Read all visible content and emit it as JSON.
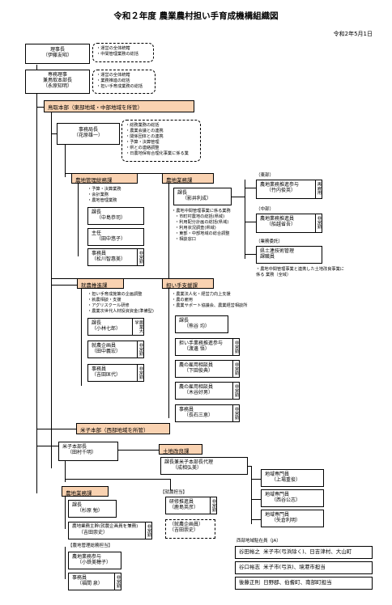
{
  "title": "令和２年度 農業農村担い手育成機構組織図",
  "date": "令和2年5月1日",
  "chair": {
    "role": "理事長",
    "name": "（伊藤友昭）",
    "duties": [
      "・運営の全体統轄",
      "・中間管理業務の総括"
    ]
  },
  "director": {
    "role1": "専務理事",
    "role2": "兼鳥取本部長",
    "name": "（永原知明）",
    "duties": [
      "・運営の全体統轄",
      "・業務推進の総括",
      "・担い手育成業務の総括"
    ]
  },
  "tottori_band": "鳥取本部（東部地域・中部地域を所管）",
  "secretariat": {
    "role": "事務局長",
    "name": "（花原雄一）",
    "duties": [
      "・総務業務の総括",
      "・農業会議との連携",
      "・関係団体との連携",
      "・予算・決算管理",
      "・県との連絡調整",
      "・日農地保有合理化事業に係る業"
    ]
  },
  "admin": {
    "band": "農地管理総務課",
    "duties": [
      "・予算・決算業務",
      "・会計業務",
      "・農地管理業務"
    ],
    "staff": [
      {
        "role": "課長",
        "name": "（中島恭司）"
      },
      {
        "role": "主任",
        "name": "（田中悠子）"
      },
      {
        "role": "事務員",
        "name": "（松川智惠美）",
        "tag": "非常勤"
      }
    ]
  },
  "farmland": {
    "band": "農地業務課",
    "head_role": "課長",
    "head_name": "（影井利成）",
    "duties": [
      "・農地中間管理事業に係る業務",
      "・市町村農地の総括(県域)",
      "・利用配分計画の総括(県域)",
      "・利用状況調査(県域)",
      "・東部・中部地域の総合調整",
      "・相談窓口"
    ]
  },
  "east": {
    "label": "（東部）",
    "role": "農地業務推進参与",
    "name": "（竹内俊英）",
    "tag": "再雇用"
  },
  "central": {
    "label": "（中部）",
    "role": "農地業務推進員",
    "name": "（船越省吾）",
    "tag": "非常勤"
  },
  "commission": {
    "label": "（業務委託）",
    "line1": "県土連技術管理",
    "line2": "課職員"
  },
  "farmland_note": "・農地中間管理事業と連携した土地改良事業に係る 業務（全域）",
  "employment": {
    "band": "就農推進課",
    "duties": [
      "・担い手育成施策の企画調整",
      "・就農相談・支援",
      "・アグリスクール研修",
      "・農業次世代人材投資資金(準備型)"
    ],
    "staff": [
      {
        "role": "課長",
        "name": "（小林七郎）",
        "tag": "農業大学"
      },
      {
        "role": "就農企画員",
        "name": "（田中義宏）",
        "tag": "非常勤"
      },
      {
        "role": "事務員",
        "name": "（吉田匡代）",
        "tag": "非常勤"
      }
    ]
  },
  "support": {
    "band": "担い手支援課",
    "duties": [
      "・農業法人化・経営力向上支援",
      "・農の雇用",
      "・農業サポート協議会、農業経営相談所"
    ],
    "staff": [
      {
        "role": "課長",
        "name": "（熊谷 均）"
      },
      {
        "role": "担い手業務推進参与",
        "name": "（渡邊 悟）",
        "tag": "非常勤"
      },
      {
        "role": "農の雇用相談員",
        "name": "（下田俊典）",
        "tag": "非常勤"
      },
      {
        "role": "農の雇用相談員",
        "name": "（木谷好男）",
        "tag": "非常勤"
      },
      {
        "role": "事務員",
        "name": "（長石三恵）",
        "tag": "非常勤"
      }
    ]
  },
  "yonago_band": "米子本部（西部地域を所管）",
  "yonago_head": {
    "role": "米子本部長",
    "name": "（田村千明）"
  },
  "land_improvement": {
    "band": "土地改良課",
    "role": "課長兼米子本部長代理",
    "name": "（成相弘美）"
  },
  "specialists": [
    {
      "role": "地域専門員",
      "name": "（上場重俊）"
    },
    {
      "role": "地域専門員",
      "name": "（西谷公志）"
    },
    {
      "role": "地域専門員",
      "name": "（矢倉利明）"
    }
  ],
  "west_farmland": {
    "band": "農地業務課",
    "staff": [
      {
        "role": "課長",
        "name": "（杉原 勉）"
      },
      {
        "role": "農地業務主幹(就農企画員を兼務)",
        "name": "（吉田崇史）",
        "tag": "非常勤"
      }
    ]
  },
  "west_employment": {
    "label": "【就農担当】",
    "staff": [
      {
        "role": "研修推進員",
        "name": "（鹿島英彦）",
        "tag": "非常勤"
      },
      {
        "role": "（就農企画員）",
        "name": "（吉田崇史）"
      }
    ]
  },
  "west_admin": {
    "label": "【農地管理総務担当】",
    "staff": [
      {
        "role": "農地業務参与",
        "name": "（小鉄美穂子）"
      },
      {
        "role": "事務員",
        "name": "（福間 泉）",
        "tag": "非常勤"
      }
    ]
  },
  "ja": {
    "heading": "西部地域駐在員（JA）",
    "rows": [
      {
        "name": "谷田裕之",
        "area": "米子市(弓浜除く)、日吉津村、大山町"
      },
      {
        "name": "谷口裕志",
        "area": "米子市(弓浜)、境港市担当"
      },
      {
        "name": "後藤正則",
        "area": "日野郡、伯耆町、南部町担当"
      }
    ]
  }
}
